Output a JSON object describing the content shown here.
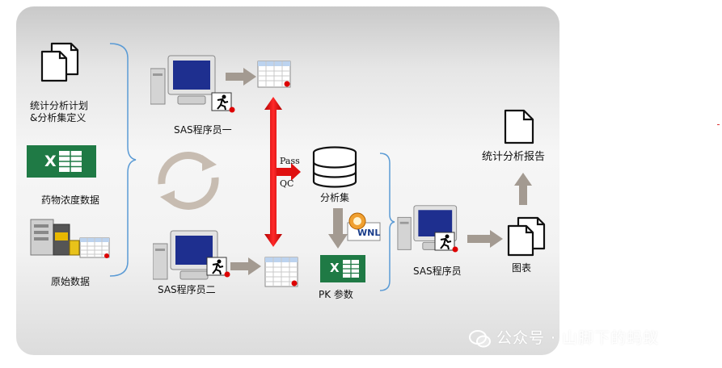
{
  "labels": {
    "plan": [
      "统计分析计划",
      "&分析集定义"
    ],
    "drug_data": "药物浓度数据",
    "raw_data": "原始数据",
    "programmer1": "SAS程序员一",
    "programmer2": "SAS程序员二",
    "pass": "Pass",
    "qc": "QC",
    "analysis_set": "分析集",
    "pk_params": "PK 参数",
    "sas_programmer": "SAS程序员",
    "report": "统计分析报告",
    "charts": "图表",
    "wnl": "WNL",
    "excel_letter": "X"
  },
  "watermark": "公众号 · 山脚下的蚂蚁",
  "colors": {
    "arrow_gray": "#a39a91",
    "arrow_red": "#e01010",
    "bracket_blue": "#5b9bd5",
    "excel_green": "#1f7a45"
  },
  "icons": [
    "documents-icon",
    "excel-icon",
    "server-icon",
    "spreadsheet-icon",
    "computer-icon",
    "runner-badge-icon",
    "cycle-icon",
    "database-icon",
    "wnl-icon",
    "document-icon",
    "up-arrow-icon"
  ]
}
